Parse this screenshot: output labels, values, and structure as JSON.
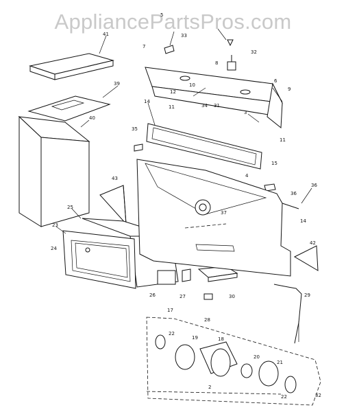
{
  "watermark": "AppliancePartsPros.com",
  "labels": [
    {
      "id": "41",
      "text": "41"
    },
    {
      "id": "39",
      "text": "39"
    },
    {
      "id": "40",
      "text": "40"
    },
    {
      "id": "43",
      "text": "43"
    },
    {
      "id": "25",
      "text": "25"
    },
    {
      "id": "23",
      "text": "23"
    },
    {
      "id": "24",
      "text": "24"
    },
    {
      "id": "26",
      "text": "26"
    },
    {
      "id": "27",
      "text": "27"
    },
    {
      "id": "28",
      "text": "28"
    },
    {
      "id": "30",
      "text": "30"
    },
    {
      "id": "5",
      "text": "5"
    },
    {
      "id": "33",
      "text": "33"
    },
    {
      "id": "7",
      "text": "7"
    },
    {
      "id": "32a",
      "text": "32"
    },
    {
      "id": "8",
      "text": "8"
    },
    {
      "id": "6",
      "text": "6"
    },
    {
      "id": "9",
      "text": "9"
    },
    {
      "id": "10",
      "text": "10"
    },
    {
      "id": "12",
      "text": "12"
    },
    {
      "id": "34",
      "text": "34"
    },
    {
      "id": "11a",
      "text": "11"
    },
    {
      "id": "31",
      "text": "31"
    },
    {
      "id": "3",
      "text": "3"
    },
    {
      "id": "11b",
      "text": "11"
    },
    {
      "id": "14a",
      "text": "14"
    },
    {
      "id": "35a",
      "text": "35"
    },
    {
      "id": "15",
      "text": "15"
    },
    {
      "id": "4",
      "text": "4"
    },
    {
      "id": "36a",
      "text": "36"
    },
    {
      "id": "36b",
      "text": "36"
    },
    {
      "id": "37",
      "text": "37"
    },
    {
      "id": "14b",
      "text": "14"
    },
    {
      "id": "42",
      "text": "42"
    },
    {
      "id": "29",
      "text": "29"
    },
    {
      "id": "17",
      "text": "17"
    },
    {
      "id": "22a",
      "text": "22"
    },
    {
      "id": "19",
      "text": "19"
    },
    {
      "id": "18",
      "text": "18"
    },
    {
      "id": "20",
      "text": "20"
    },
    {
      "id": "21",
      "text": "21"
    },
    {
      "id": "2",
      "text": "2"
    },
    {
      "id": "22b",
      "text": "22"
    },
    {
      "id": "32b",
      "text": "32"
    }
  ]
}
